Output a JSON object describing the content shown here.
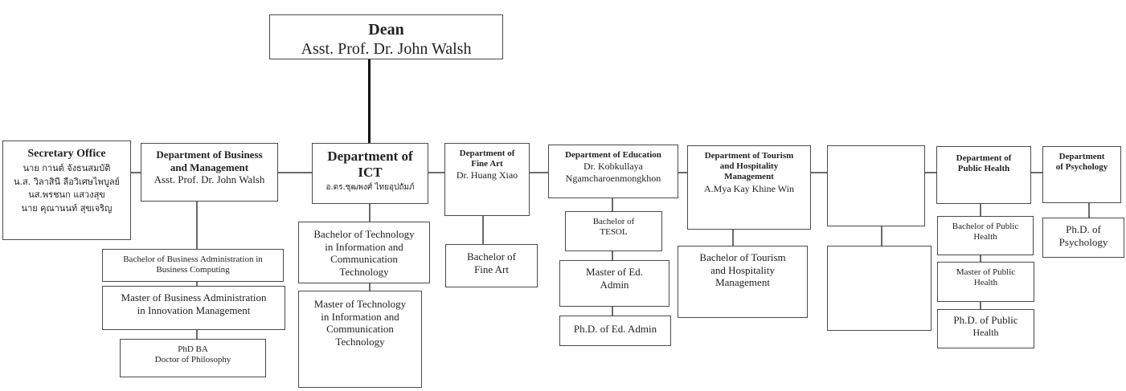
{
  "dean": {
    "title": "Dean",
    "name": "Asst. Prof. Dr. John Walsh"
  },
  "secretary": {
    "title": "Secretary Office",
    "members": [
      "นาย กานต์ จังธนสมบัติ",
      "น.ส. วิลาสินี ลือวิเศษไพบูลย์",
      "นส.พรชนก แสวงสุข",
      "นาย คุณานนท์ สุขเจริญ"
    ]
  },
  "departments": {
    "business": {
      "title_l1": "Department of Business",
      "title_l2": "and Management",
      "head": "Asst. Prof. Dr. John Walsh"
    },
    "ict": {
      "title_l1": "Department of",
      "title_l2": "ICT",
      "head": "อ.ดร.ชุฒพงศ์ ไทยอุปถัมภ์"
    },
    "fineart": {
      "title_l1": "Department of",
      "title_l2": "Fine Art",
      "head": "Dr. Huang Xiao"
    },
    "education": {
      "title": "Department of Education",
      "head_l1": "Dr. Kobkullaya",
      "head_l2": "Ngamcharoenmongkhon"
    },
    "tourism": {
      "title_l1": "Department of Tourism",
      "title_l2": "and Hospitality",
      "title_l3": "Management",
      "head": "A.Mya Kay Khine Win"
    },
    "blank": {
      "title": ""
    },
    "publichealth": {
      "title_l1": "Department of",
      "title_l2": "Public Health"
    },
    "psychology": {
      "title_l1": "Department",
      "title_l2": "of Psychology"
    }
  },
  "programs": {
    "business": [
      {
        "l1": "Bachelor of Business Administration in",
        "l2": "Business Computing"
      },
      {
        "l1": "Master of Business Administration",
        "l2": "in Innovation Management"
      },
      {
        "l1": "PhD BA",
        "l2": "Doctor of Philosophy"
      }
    ],
    "ict": [
      {
        "l1": "Bachelor of Technology",
        "l2": "in Information and",
        "l3": "Communication",
        "l4": "Technology"
      },
      {
        "l1": "Master of Technology",
        "l2": "in Information and",
        "l3": "Communication",
        "l4": "Technology"
      }
    ],
    "fineart": [
      {
        "l1": "Bachelor of",
        "l2": "Fine Art"
      }
    ],
    "education": [
      {
        "l1": "Bachelor of",
        "l2": "TESOL"
      },
      {
        "l1": "Master of Ed.",
        "l2": "Admin"
      },
      {
        "l1": "Ph.D. of Ed. Admin"
      }
    ],
    "tourism": [
      {
        "l1": "Bachelor of Tourism",
        "l2": "and Hospitality",
        "l3": "Management"
      }
    ],
    "blank": [
      {
        "l1": ""
      }
    ],
    "publichealth": [
      {
        "l1": "Bachelor of Public",
        "l2": "Health"
      },
      {
        "l1": "Master of Public",
        "l2": "Health"
      },
      {
        "l1": "Ph.D. of Public",
        "l2": "Health"
      }
    ],
    "psychology": [
      {
        "l1": "Ph.D. of",
        "l2": "Psychology"
      }
    ]
  }
}
